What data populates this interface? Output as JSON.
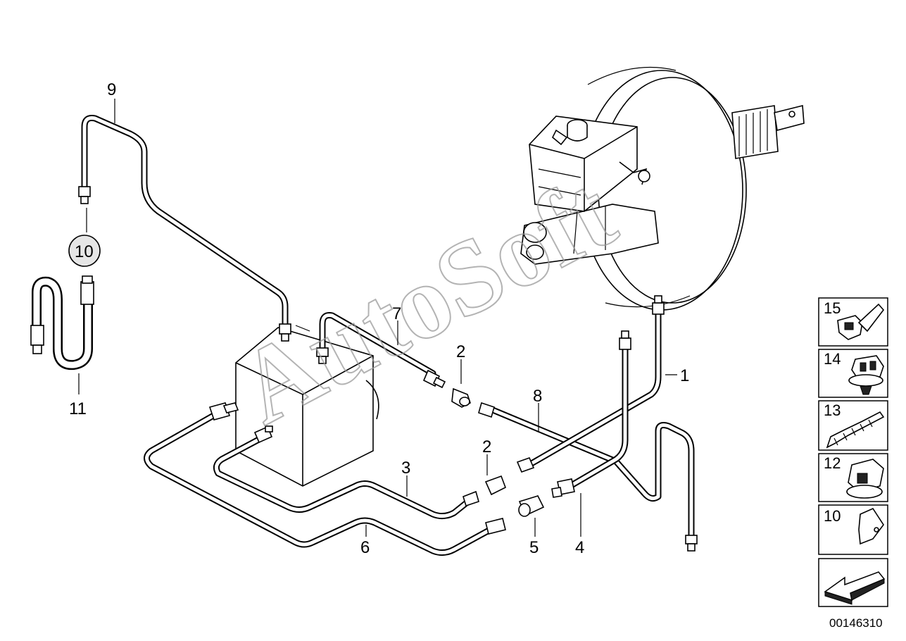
{
  "diagram": {
    "callouts": {
      "c9": "9",
      "c10": "10",
      "c11": "11",
      "c7": "7",
      "c2a": "2",
      "c8": "8",
      "c1": "1",
      "c2b": "2",
      "c3": "3",
      "c6": "6",
      "c5": "5",
      "c4": "4"
    },
    "side_panel": [
      {
        "number": "15"
      },
      {
        "number": "14"
      },
      {
        "number": "13"
      },
      {
        "number": "12"
      },
      {
        "number": "10"
      },
      {
        "number": ""
      }
    ],
    "watermark": "AutoSoft",
    "image_id": "00146310"
  }
}
